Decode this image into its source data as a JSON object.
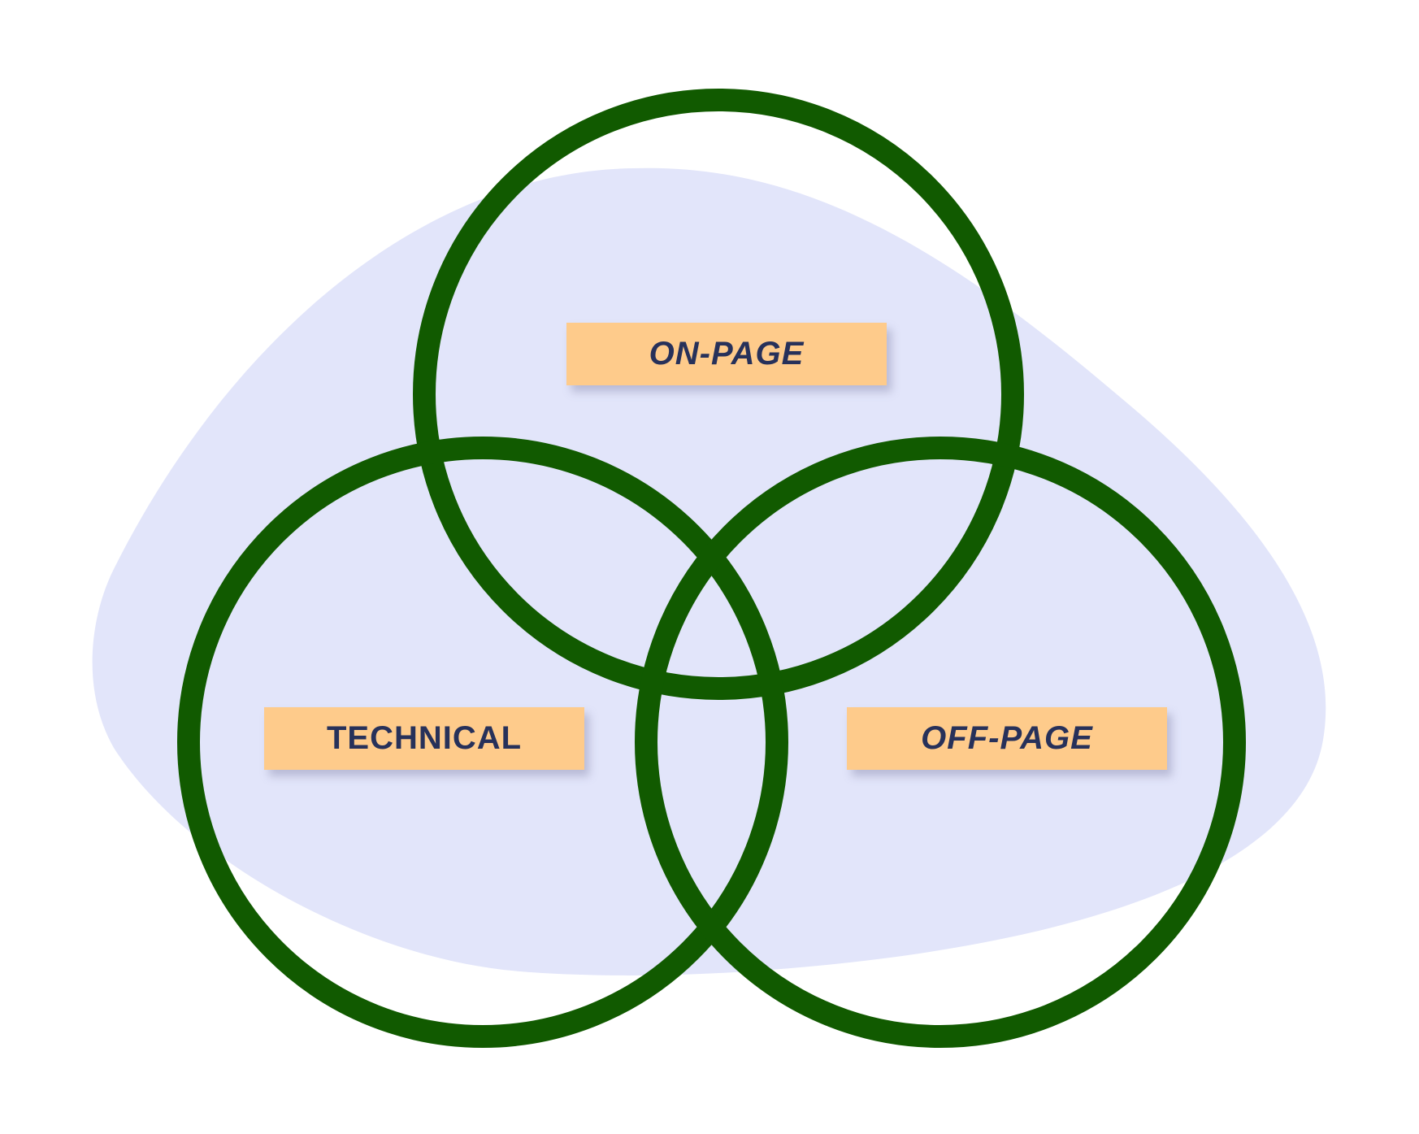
{
  "colors": {
    "background": "#ffffff",
    "blob": "#e2e5fa",
    "ring": "#115a00",
    "label_fill": "#fecb8b",
    "label_text": "#27315a"
  },
  "labels": {
    "on_page": "ON-PAGE",
    "technical": "TECHNICAL",
    "off_page": "OFF-PAGE"
  }
}
